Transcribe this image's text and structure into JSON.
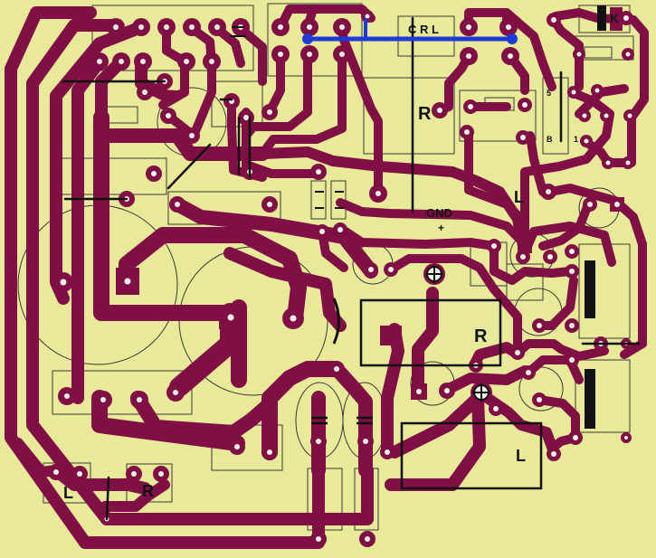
{
  "board": {
    "background_color": "#e9e99a",
    "copper_color": "#7f0f45",
    "jumper_color": "#111111",
    "bridge_color": "#1e3ad8"
  },
  "labels": {
    "crl": "C R L",
    "gnd": "GND",
    "plus": "+",
    "r_top": "R",
    "r_mid": "R",
    "r_bottom": "R",
    "l_right": "L",
    "l_bottom_left": "L",
    "l_bottom_box": "L",
    "k": "K",
    "pin5": "5",
    "pinB": "B",
    "pin1": "1"
  }
}
